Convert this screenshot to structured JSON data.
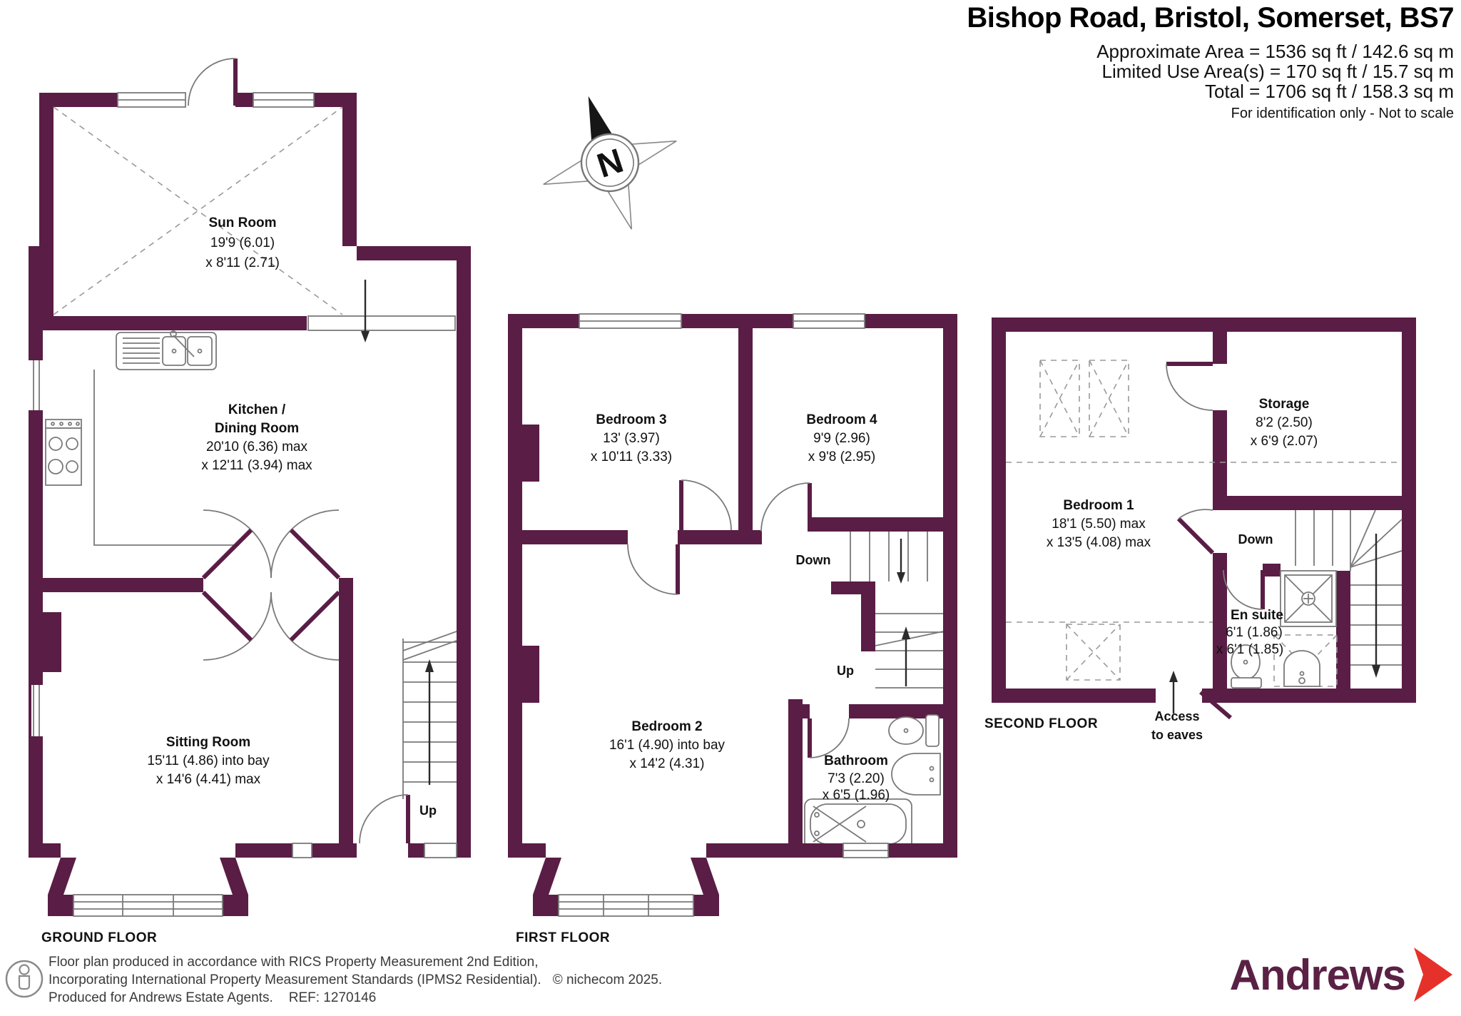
{
  "colors": {
    "wall": "#5a1d45",
    "line": "#7a7a7a",
    "logo_plum": "#5a2145",
    "logo_red": "#e5312a"
  },
  "header": {
    "title": "Bishop Road, Bristol, Somerset, BS7",
    "area_line1": "Approximate Area = 1536 sq ft / 142.6 sq m",
    "area_line2": "Limited Use Area(s) = 170 sq ft / 15.7 sq m",
    "area_line3": "Total = 1706 sq ft / 158.3 sq m",
    "disclaimer": "For identification only - Not to scale"
  },
  "compass": {
    "north_label": "N"
  },
  "ground": {
    "floor_label": "GROUND FLOOR",
    "sun_room": {
      "name": "Sun Room",
      "dim1": "19'9 (6.01)",
      "dim2": "x 8'11 (2.71)"
    },
    "kitchen": {
      "name1": "Kitchen /",
      "name2": "Dining Room",
      "dim1": "20'10 (6.36) max",
      "dim2": "x 12'11 (3.94) max"
    },
    "sitting_room": {
      "name": "Sitting Room",
      "dim1": "15'11 (4.86) into bay",
      "dim2": "x 14'6 (4.41) max"
    },
    "stairs_up_label": "Up"
  },
  "first": {
    "floor_label": "FIRST FLOOR",
    "bedroom3": {
      "name": "Bedroom 3",
      "dim1": "13' (3.97)",
      "dim2": "x 10'11 (3.33)"
    },
    "bedroom4": {
      "name": "Bedroom 4",
      "dim1": "9'9 (2.96)",
      "dim2": "x 9'8 (2.95)"
    },
    "bedroom2": {
      "name": "Bedroom 2",
      "dim1": "16'1 (4.90) into bay",
      "dim2": "x 14'2 (4.31)"
    },
    "bathroom": {
      "name": "Bathroom",
      "dim1": "7'3 (2.20)",
      "dim2": "x 6'5 (1.96)"
    },
    "stairs_down_label": "Down",
    "stairs_up_label": "Up"
  },
  "second": {
    "floor_label": "SECOND FLOOR",
    "bedroom1": {
      "name": "Bedroom 1",
      "dim1": "18'1 (5.50) max",
      "dim2": "x 13'5 (4.08) max"
    },
    "storage": {
      "name": "Storage",
      "dim1": "8'2 (2.50)",
      "dim2": "x 6'9 (2.07)"
    },
    "ensuite": {
      "name": "En suite",
      "dim1": "6'1 (1.86)",
      "dim2": "x 6'1 (1.85)"
    },
    "stairs_down_label": "Down",
    "access_line1": "Access",
    "access_line2": "to eaves"
  },
  "footer": {
    "line1": "Floor plan produced in accordance with RICS Property Measurement 2nd Edition,",
    "line2": "Incorporating International Property Measurement Standards (IPMS2 Residential).",
    "copyright": "© nichecom 2025.",
    "line3": "Produced for Andrews Estate Agents.",
    "ref": "REF: 1270146"
  },
  "logo": {
    "brand": "Andrews"
  }
}
